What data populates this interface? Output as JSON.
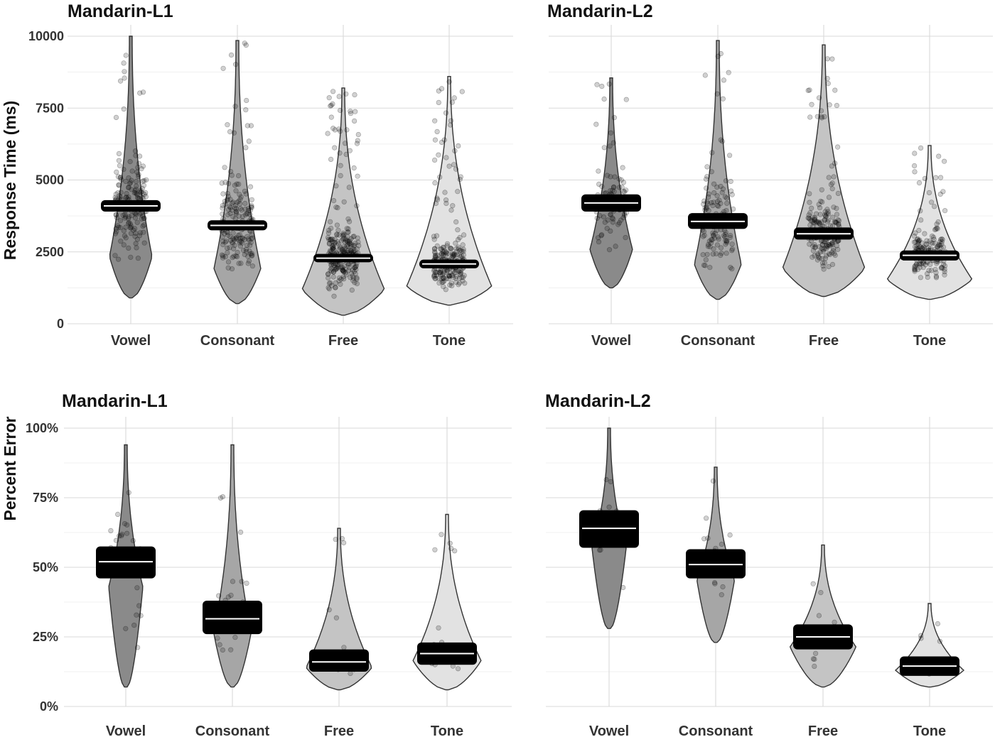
{
  "chart_data": [
    {
      "type": "violin",
      "title": "Mandarin-L1",
      "ylabel": "Response Time (ms)",
      "show_ylabel": true,
      "ylim": [
        0,
        10000
      ],
      "yticks": [
        0,
        2500,
        5000,
        7500,
        10000
      ],
      "ytick_labels": [
        "0",
        "2500",
        "5000",
        "7500",
        "10000"
      ],
      "categories": [
        "Vowel",
        "Consonant",
        "Free",
        "Tone"
      ],
      "fills": [
        "#8a8a8a",
        "#a6a6a6",
        "#c4c4c4",
        "#e2e2e2"
      ],
      "series": [
        {
          "category": "Vowel",
          "min": 900,
          "max": 10000,
          "mean": 4100,
          "band_low": 3900,
          "band_high": 4300,
          "points": 160
        },
        {
          "category": "Consonant",
          "min": 700,
          "max": 9850,
          "mean": 3420,
          "band_low": 3250,
          "band_high": 3600,
          "points": 190
        },
        {
          "category": "Free",
          "min": 300,
          "max": 8200,
          "mean": 2280,
          "band_low": 2140,
          "band_high": 2430,
          "points": 280
        },
        {
          "category": "Tone",
          "min": 650,
          "max": 8600,
          "mean": 2080,
          "band_low": 1930,
          "band_high": 2230,
          "points": 250
        }
      ]
    },
    {
      "type": "violin",
      "title": "Mandarin-L2",
      "ylabel": "",
      "show_ylabel": false,
      "ylim": [
        0,
        10000
      ],
      "yticks": [
        0,
        2500,
        5000,
        7500,
        10000
      ],
      "ytick_labels": [],
      "categories": [
        "Vowel",
        "Consonant",
        "Free",
        "Tone"
      ],
      "fills": [
        "#8a8a8a",
        "#a6a6a6",
        "#c4c4c4",
        "#e2e2e2"
      ],
      "series": [
        {
          "category": "Vowel",
          "min": 1250,
          "max": 8550,
          "mean": 4200,
          "band_low": 3900,
          "band_high": 4500,
          "points": 90
        },
        {
          "category": "Consonant",
          "min": 850,
          "max": 9850,
          "mean": 3560,
          "band_low": 3300,
          "band_high": 3850,
          "points": 130
        },
        {
          "category": "Free",
          "min": 950,
          "max": 9700,
          "mean": 3130,
          "band_low": 2930,
          "band_high": 3350,
          "points": 190
        },
        {
          "category": "Tone",
          "min": 850,
          "max": 6200,
          "mean": 2380,
          "band_low": 2200,
          "band_high": 2550,
          "points": 170
        }
      ]
    },
    {
      "type": "violin",
      "title": "Mandarin-L1",
      "ylabel": "Percent Error",
      "show_ylabel": true,
      "ylim": [
        0,
        100
      ],
      "yticks": [
        0,
        25,
        50,
        75,
        100
      ],
      "ytick_labels": [
        "0%",
        "25%",
        "50%",
        "75%",
        "100%"
      ],
      "categories": [
        "Vowel",
        "Consonant",
        "Free",
        "Tone"
      ],
      "fills": [
        "#8a8a8a",
        "#a6a6a6",
        "#c4c4c4",
        "#e2e2e2"
      ],
      "series": [
        {
          "category": "Vowel",
          "min": 7,
          "max": 94,
          "mean": 52,
          "band_low": 46,
          "band_high": 57.5,
          "points": 28
        },
        {
          "category": "Consonant",
          "min": 7,
          "max": 94,
          "mean": 31.5,
          "band_low": 26,
          "band_high": 38,
          "points": 28
        },
        {
          "category": "Free",
          "min": 6,
          "max": 64,
          "mean": 16,
          "band_low": 12.5,
          "band_high": 20.5,
          "points": 28
        },
        {
          "category": "Tone",
          "min": 6,
          "max": 69,
          "mean": 19,
          "band_low": 15,
          "band_high": 23,
          "points": 28
        }
      ]
    },
    {
      "type": "violin",
      "title": "Mandarin-L2",
      "ylabel": "",
      "show_ylabel": false,
      "ylim": [
        0,
        100
      ],
      "yticks": [
        0,
        25,
        50,
        75,
        100
      ],
      "ytick_labels": [],
      "categories": [
        "Vowel",
        "Consonant",
        "Free",
        "Tone"
      ],
      "fills": [
        "#8a8a8a",
        "#a6a6a6",
        "#c4c4c4",
        "#e2e2e2"
      ],
      "series": [
        {
          "category": "Vowel",
          "min": 28,
          "max": 100,
          "mean": 64,
          "band_low": 57,
          "band_high": 70.5,
          "points": 14
        },
        {
          "category": "Consonant",
          "min": 23,
          "max": 86,
          "mean": 51,
          "band_low": 46,
          "band_high": 56.5,
          "points": 20
        },
        {
          "category": "Free",
          "min": 7,
          "max": 58,
          "mean": 25,
          "band_low": 20.5,
          "band_high": 29.5,
          "points": 14
        },
        {
          "category": "Tone",
          "min": 7,
          "max": 37,
          "mean": 14.5,
          "band_low": 11,
          "band_high": 18,
          "points": 8
        }
      ]
    }
  ]
}
